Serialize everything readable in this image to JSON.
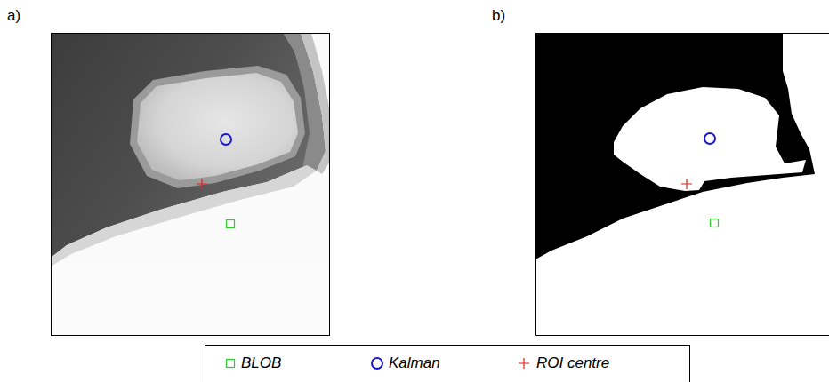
{
  "diagram": {
    "labels": [
      "a)",
      "b)"
    ],
    "legend": [
      {
        "text": "BLOB"
      },
      {
        "text": "Kalman"
      },
      {
        "text": "ROI centre"
      }
    ]
  }
}
